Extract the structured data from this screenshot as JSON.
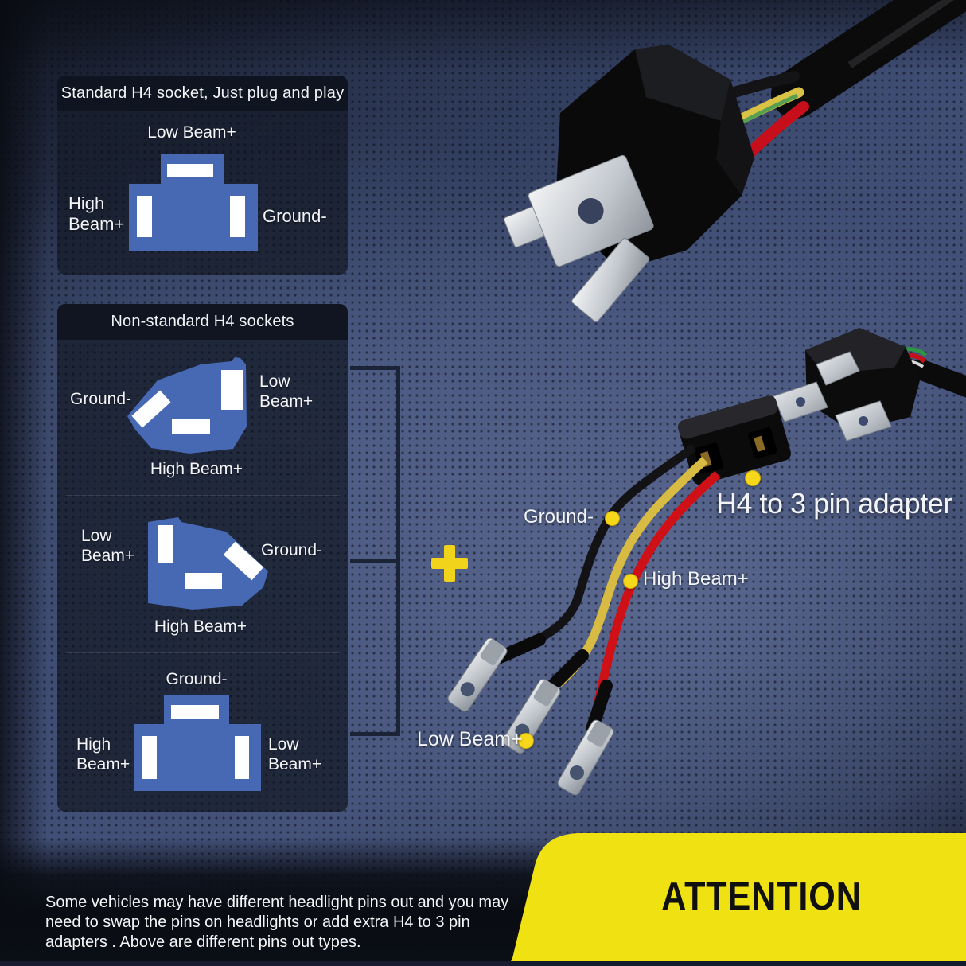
{
  "page": {
    "colors": {
      "background_blue": "#4f5e88",
      "socket_blue": "#4768b2",
      "panel_dark": "#171d2a",
      "header_dark": "#0f141f",
      "accent_yellow": "#f2d31b",
      "banner_yellow": "#f0e112",
      "wire_red": "#cf1016",
      "wire_yellow": "#d8bb42",
      "wire_black": "#131315",
      "label_white": "#f2f4f7"
    }
  },
  "standard_panel": {
    "title": "Standard H4 socket, Just plug and play",
    "pins": {
      "top": "Low Beam+",
      "left": "High Beam+",
      "right": "Ground-"
    }
  },
  "nonstandard_panel": {
    "title": "Non-standard H4 sockets",
    "sockets": [
      {
        "left": "Ground-",
        "right": "Low Beam+",
        "bottom": "High Beam+"
      },
      {
        "left": "Low Beam+",
        "right": "Ground-",
        "bottom": "High Beam+"
      },
      {
        "top": "Ground-",
        "left": "High Beam+",
        "right": "Low Beam+"
      }
    ]
  },
  "adapter": {
    "plus_sign": "+",
    "caption": "H4 to 3 pin adapter",
    "wire_labels": {
      "ground": "Ground-",
      "high_beam": "High Beam+",
      "low_beam": "Low Beam+"
    }
  },
  "attention": {
    "banner": "ATTENTION",
    "note": "Some vehicles may have different headlight pins out and you may need to swap the pins on headlights or add extra H4 to 3 pin adapters . Above are different pins out types."
  }
}
